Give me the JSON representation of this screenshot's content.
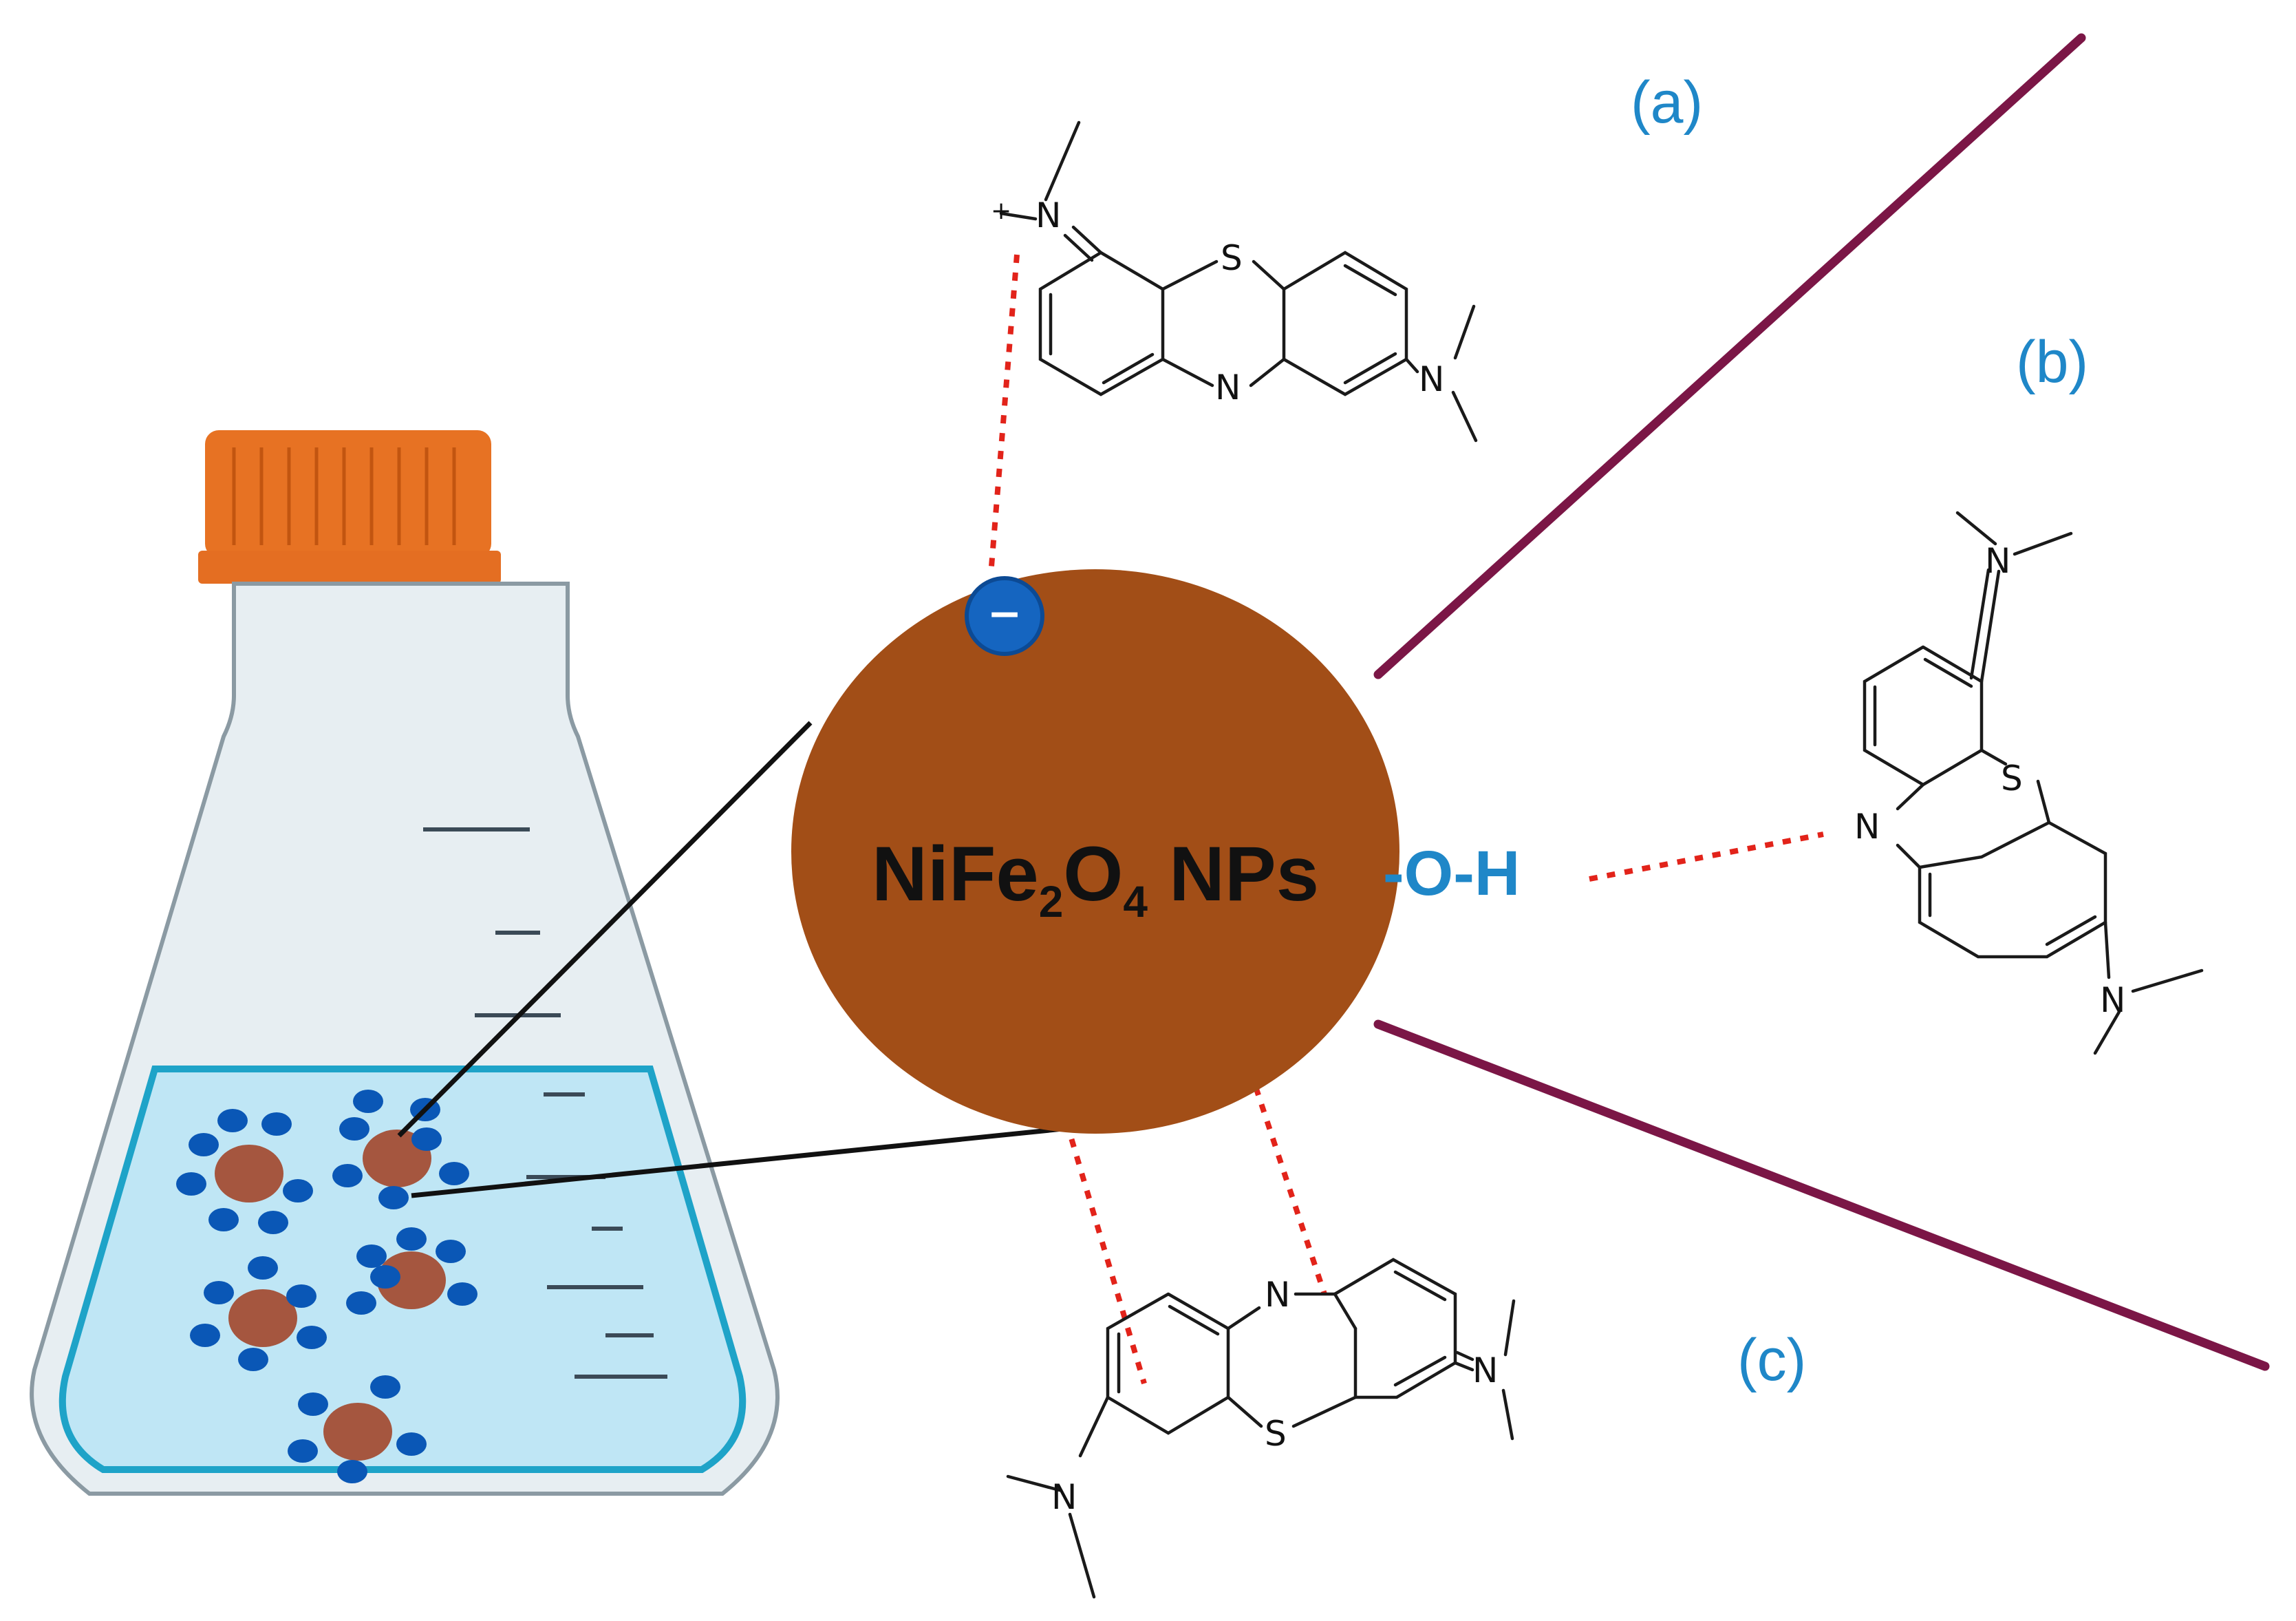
{
  "panels": {
    "a": "(a)",
    "b": "(b)",
    "c": "(c)"
  },
  "nanoparticle": {
    "name_main": "NiFe",
    "name_sub1": "2",
    "name_mid": "O",
    "name_sub2": "4",
    "name_tail": " NPs"
  },
  "hydroxyl": "-O-H",
  "charge_badge": "−",
  "atoms": {
    "nitrogen": "N",
    "sulfur": "S",
    "plus": "+"
  },
  "colors": {
    "nanoparticle": "#a24e17",
    "small_particle": "#a5563f",
    "ion_dot": "#0a57b6",
    "wedge_line": "#7b1646",
    "flask_cap": "#e77223",
    "flask_glass": "#e7eef2",
    "liquid": "#bfe6f5",
    "liquid_edge": "#1ea3c8",
    "h_bond": "#e2231a",
    "label_blue": "#1f87c8"
  },
  "icons": {
    "flask": "erlenmeyer-flask-icon",
    "negative_charge": "minus-circle-icon"
  }
}
